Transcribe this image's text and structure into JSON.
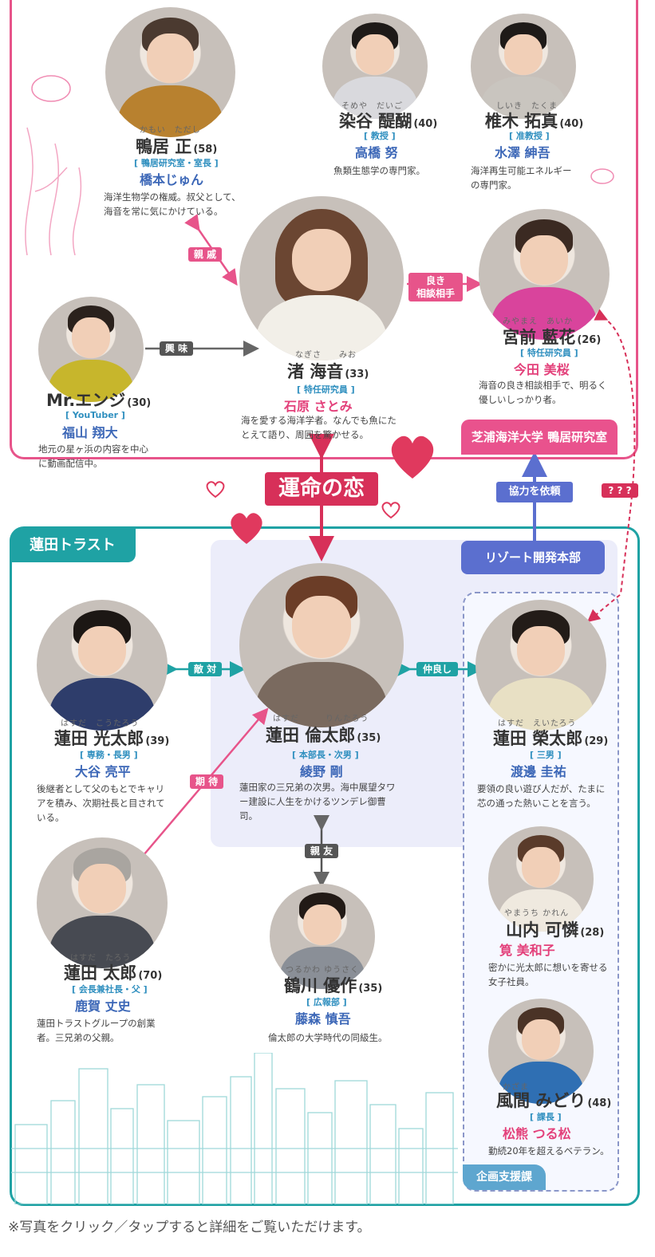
{
  "groups": {
    "university": "芝浦海洋大学 鴨居研究室",
    "resort": "リゾート開発本部",
    "trust": "蓮田トラスト",
    "planning": "企画支援課"
  },
  "relations": {
    "kinship": "親 戚",
    "advice": "良き\n相談相手",
    "interest": "興 味",
    "fate": "運命の恋",
    "cooperation": "協力を依頼",
    "unknown": "? ? ?",
    "rival": "敵 対",
    "friendly": "仲良し",
    "expectation": "期 待",
    "bestfriend": "親 友"
  },
  "characters": {
    "kamoi": {
      "ruby": "かもい　ただし",
      "name": "鴨居 正",
      "age": "(58)",
      "role": "[ 鴨居研究室・室長 ]",
      "actor": "橋本じゅん",
      "desc": "海洋生物学の権威。叔父として、海音を常に気にかけている。"
    },
    "someya": {
      "ruby": "そめや　だいご",
      "name": "染谷 醍醐",
      "age": "(40)",
      "role": "[ 教授 ]",
      "actor": "高橋 努",
      "desc": "魚類生態学の専門家。"
    },
    "shiiki": {
      "ruby": "しいき　たくま",
      "name": "椎木 拓真",
      "age": "(40)",
      "role": "[ 准教授 ]",
      "actor": "水澤 紳吾",
      "desc": "海洋再生可能エネルギーの専門家。"
    },
    "nagisa": {
      "ruby": "なぎさ　　みお",
      "name": "渚 海音",
      "age": "(33)",
      "role": "[ 特任研究員 ]",
      "actor": "石原 さとみ",
      "desc": "海を愛する海洋学者。なんでも魚にたとえて語り、周囲を驚かせる。"
    },
    "miyamae": {
      "ruby": "みやまえ　あいか",
      "name": "宮前 藍花",
      "age": "(26)",
      "role": "[ 特任研究員 ]",
      "actor": "今田 美桜",
      "desc": "海音の良き相談相手で、明るく優しいしっかり者。"
    },
    "ezi": {
      "ruby": "",
      "name": "Mr.エンジ",
      "age": "(30)",
      "role": "[ YouTuber ]",
      "actor": "福山 翔大",
      "desc": "地元の星ヶ浜の内容を中心に動画配信中。"
    },
    "kotaro": {
      "ruby": "はすだ　こうたろう",
      "name": "蓮田 光太郎",
      "age": "(39)",
      "role": "[ 専務・長男 ]",
      "actor": "大谷 亮平",
      "desc": "後継者として父のもとでキャリアを積み、次期社長と目されている。"
    },
    "rintaro": {
      "ruby": "はすだ　　　りんたろう",
      "name": "蓮田 倫太郎",
      "age": "(35)",
      "role": "[ 本部長・次男 ]",
      "actor": "綾野 剛",
      "desc": "蓮田家の三兄弟の次男。海中展望タワー建設に人生をかけるツンデレ御曹司。"
    },
    "eitaro": {
      "ruby": "はすだ　えいたろう",
      "name": "蓮田 榮太郎",
      "age": "(29)",
      "role": "[ 三男 ]",
      "actor": "渡邊 圭祐",
      "desc": "要領の良い遊び人だが、たまに芯の通った熱いことを言う。"
    },
    "taro": {
      "ruby": "はすだ　たろう",
      "name": "蓮田 太郎",
      "age": "(70)",
      "role": "[ 会長兼社長・父 ]",
      "actor": "鹿賀 丈史",
      "desc": "蓮田トラストグループの創業者。三兄弟の父親。"
    },
    "tsurukawa": {
      "ruby": "つるかわ ゆうさく",
      "name": "鶴川 優作",
      "age": "(35)",
      "role": "[ 広報部 ]",
      "actor": "藤森 慎吾",
      "desc": "倫太郎の大学時代の同級生。"
    },
    "yamauchi": {
      "ruby": "やまうち かれん",
      "name": "山内 可憐",
      "age": "(28)",
      "role": "",
      "actor": "筧 美和子",
      "desc": "密かに光太郎に想いを寄せる女子社員。"
    },
    "kazama": {
      "ruby": "かざま",
      "name": "風間 みどり",
      "age": "(48)",
      "role": "[ 課長 ]",
      "actor": "松熊 つる松",
      "desc": "勤続20年を超えるベテラン。"
    }
  },
  "note": "※写真をクリック／タップすると詳細をご覧いただけます。",
  "colors": {
    "pink": "#e7548a",
    "teal": "#1fa2a4",
    "red": "#d73059",
    "indigo": "#5b6fcf"
  }
}
